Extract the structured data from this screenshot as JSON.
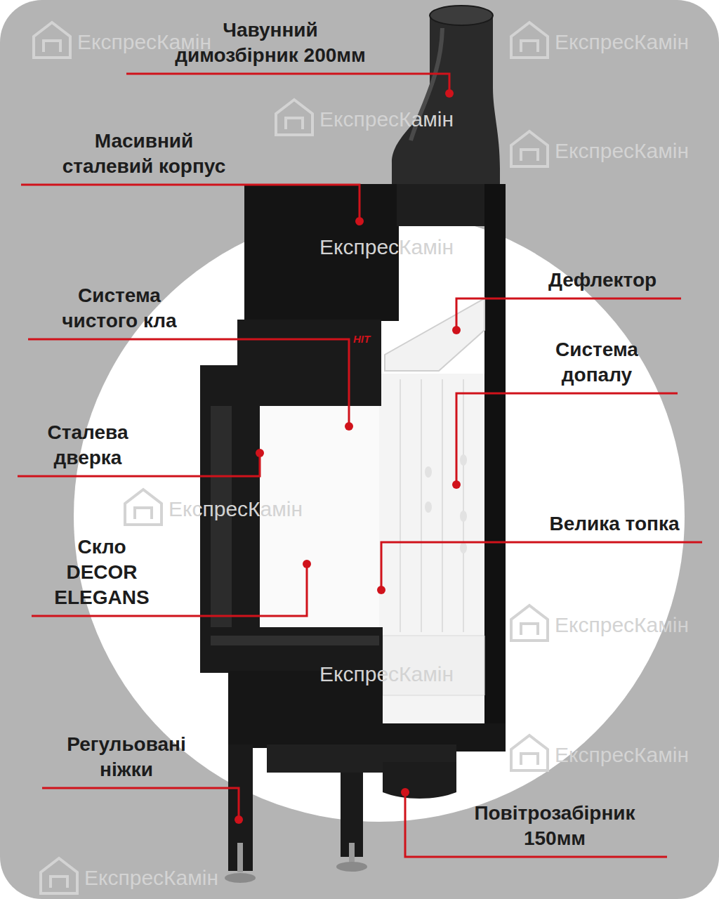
{
  "diagram": {
    "labels": [
      "Чавунний димозбірник 200мм",
      "Масивний сталевий корпус",
      "Дефлектор",
      "Система чистого кла",
      "Система допалу",
      "Сталева дверка",
      "Велика топка",
      "Скло DECOR ELEGANS",
      "Регульовані ніжки",
      "Повітрозабірник 150мм",
      "HIT",
      "ЕкспресКамін",
      "ЕкспресКамін",
      "ЕкспресКамін",
      "ЕкспресКамін",
      "ЕкспресКамін",
      "ЕкспресКамін",
      "ЕкспресКамін",
      "ЕкспресКамін",
      "ЕкспресКамін",
      "ЕкспресКамін"
    ]
  }
}
